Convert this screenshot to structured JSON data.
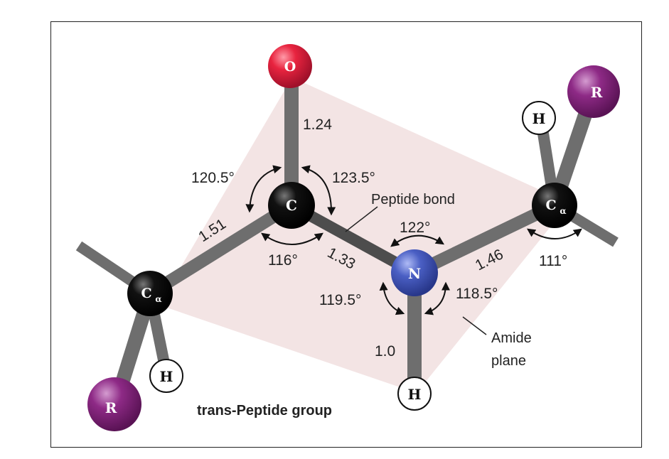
{
  "caption": "trans-Peptide group",
  "labels": {
    "peptide_bond": "Peptide bond",
    "amide_plane_1": "Amide",
    "amide_plane_2": "plane"
  },
  "atoms": {
    "o": "O",
    "c": "C",
    "n": "N",
    "ca": "C",
    "alpha": "α",
    "r": "R",
    "h": "H"
  },
  "bond_lengths": {
    "c_o": "1.24",
    "ca_c": "1.51",
    "c_n": "1.33",
    "n_ca": "1.46",
    "n_h": "1.0"
  },
  "bond_angles": {
    "ca_c_o": "120.5°",
    "o_c_n": "123.5°",
    "ca_c_n": "116°",
    "c_n_ca": "122°",
    "c_n_h": "119.5°",
    "ca_n_h": "118.5°",
    "n_ca_c": "111°"
  },
  "colors": {
    "plane": "#f2e3e3",
    "bond": "#6e6e6e",
    "carbon": "#111111",
    "oxygen": "#e8243f",
    "nitrogen": "#4a5fc4",
    "r_group": "#8e2a86",
    "hydrogen": "#ffffff"
  }
}
